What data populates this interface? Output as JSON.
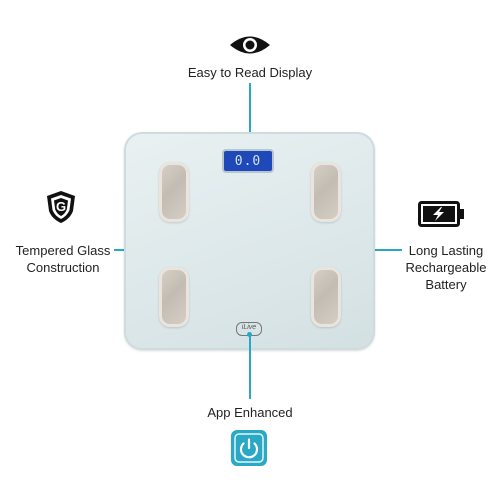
{
  "features": {
    "display": {
      "label": "Easy to Read Display",
      "icon": "eye-icon"
    },
    "glass": {
      "line1": "Tempered Glass",
      "line2": "Construction",
      "icon": "shield-g-icon",
      "badge": "G"
    },
    "battery": {
      "line1": "Long Lasting",
      "line2": "Rechargeable",
      "line3": "Battery",
      "icon": "battery-charging-icon"
    },
    "app": {
      "label": "App Enhanced",
      "icon": "power-icon"
    }
  },
  "scale": {
    "display_reading": "0.0",
    "brand": "iLive"
  },
  "colors": {
    "accent": "#2aa6c9",
    "app_icon_bg": "#29a9c6",
    "display_bg": "#1f49b8"
  }
}
